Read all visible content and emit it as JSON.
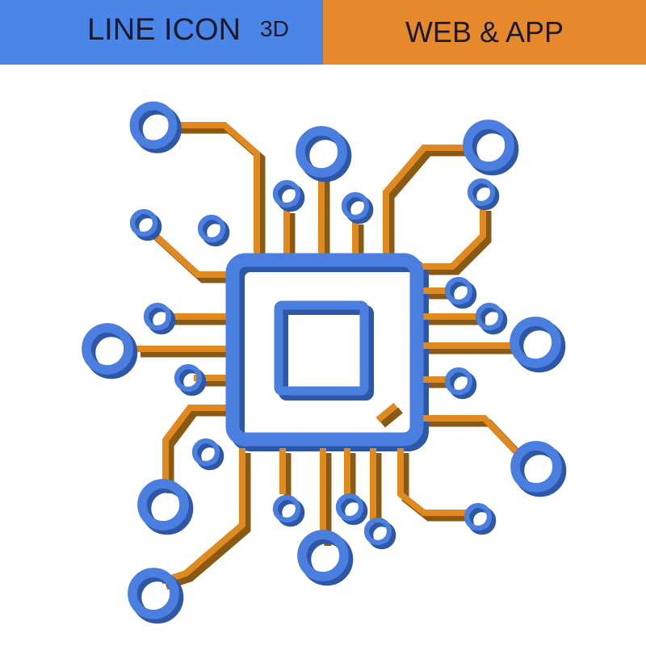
{
  "header": {
    "title": "LINE ICON",
    "badge": "3D",
    "right_label": "WEB & APP"
  },
  "colors": {
    "left_banner": "#4a86e8",
    "right_banner": "#e6892c",
    "ring_face": "#4a7fe0",
    "ring_side": "#2f57a8",
    "trace_face": "#e0891f",
    "trace_side": "#8a5a14"
  },
  "icon": {
    "name": "cpu-chip-icon"
  }
}
